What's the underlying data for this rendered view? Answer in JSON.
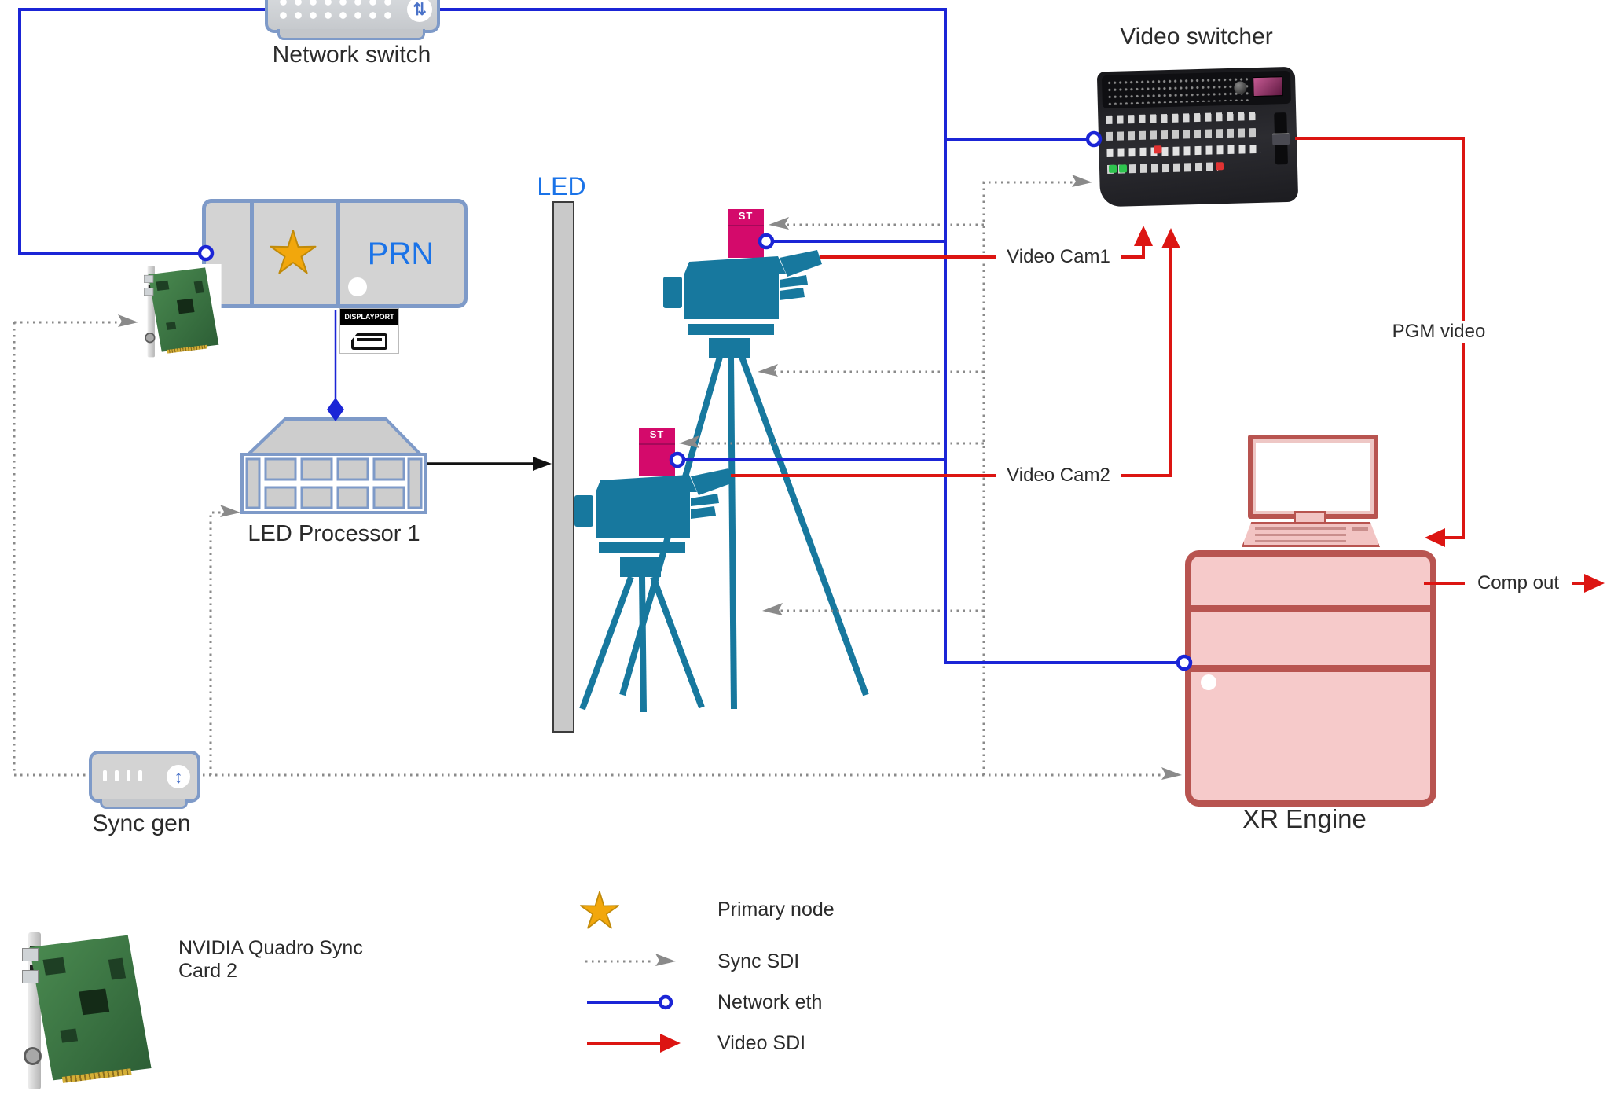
{
  "colors": {
    "net_blue": "#1b25d6",
    "sync_gray": "#8a8a8a",
    "video_red": "#dc1512",
    "box_border": "#7e9ac8",
    "box_fill": "#d3d3d3",
    "accent_blue": "#1a73e8",
    "cam_teal": "#17789e",
    "st_pink": "#d40a6b",
    "xr_border": "#b85450",
    "xr_fill": "#f6caca",
    "gold": "#f2a70c",
    "ink": "#2b2b2b"
  },
  "icons": {
    "switch_updown": "⇅",
    "syncgen_updown": "↕"
  },
  "nodes": {
    "network_switch": "Network switch",
    "video_switcher": "Video switcher",
    "prn": "PRN",
    "led": "LED",
    "led_processor": "LED Processor 1",
    "sync_gen": "Sync gen",
    "xr_engine": "XR Engine",
    "camera1_tracker": "ST",
    "camera2_tracker": "ST",
    "displayport": "DISPLAYPORT",
    "nvidia_card_caption": "NVIDIA Quadro Sync Card 2"
  },
  "edges": {
    "video_cam1": "Video Cam1",
    "video_cam2": "Video Cam2",
    "pgm_video": "PGM video",
    "comp_out": "Comp out"
  },
  "legend": {
    "primary_node": "Primary node",
    "sync_sdi": "Sync SDI",
    "network_eth": "Network eth",
    "video_sdi": "Video SDI"
  }
}
